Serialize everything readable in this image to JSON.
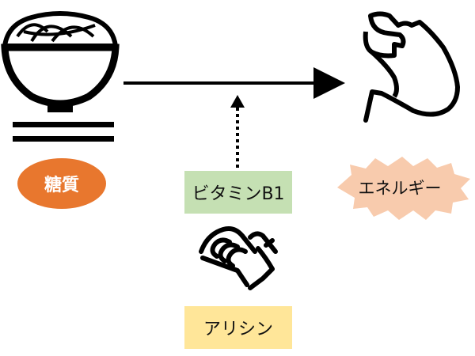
{
  "nodes": {
    "carbohydrate": {
      "label": "糖質",
      "icon": "rice-bowl-icon",
      "color": "#e8772e"
    },
    "vitamin": {
      "label": "ビタミンB1",
      "color": "#c5e0b3"
    },
    "energy": {
      "label": "エネルギー",
      "icon": "flexed-arm-icon",
      "color": "#f8cbad"
    },
    "allicin": {
      "label": "アリシン",
      "icon": "handshake-icon",
      "color": "#ffe699"
    }
  },
  "edges": [
    {
      "from": "carbohydrate",
      "to": "energy",
      "style": "solid"
    },
    {
      "from": "vitamin",
      "to": "carbohydrate-energy-arrow",
      "style": "dotted"
    }
  ]
}
